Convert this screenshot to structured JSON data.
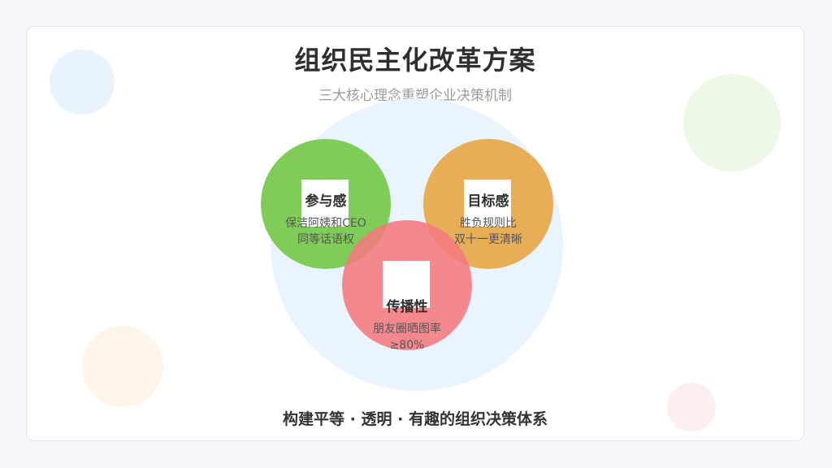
{
  "title": "组织民主化改革方案",
  "subtitle": "三大核心理念重塑企业决策机制",
  "colors": {
    "background_circle": "#eaf4fe",
    "participation": "#7ac94f",
    "goal": "#e8aa4e",
    "spread": "#f47a7e",
    "deco_blue": "#e9f3fd",
    "deco_green": "#eef8e8",
    "deco_orange": "#fdf5ea",
    "deco_pink": "#fdeef0"
  },
  "concepts": [
    {
      "name": "参与感",
      "desc_line1": "保洁阿姨和CEO",
      "desc_line2": "同等话语权"
    },
    {
      "name": "目标感",
      "desc_line1": "胜负规则比",
      "desc_line2": "双十一更清晰"
    },
    {
      "name": "传播性",
      "desc_line1": "朋友圈晒图率",
      "desc_line2": "≥80%"
    }
  ],
  "footer": "构建平等 · 透明 · 有趣的组织决策体系"
}
